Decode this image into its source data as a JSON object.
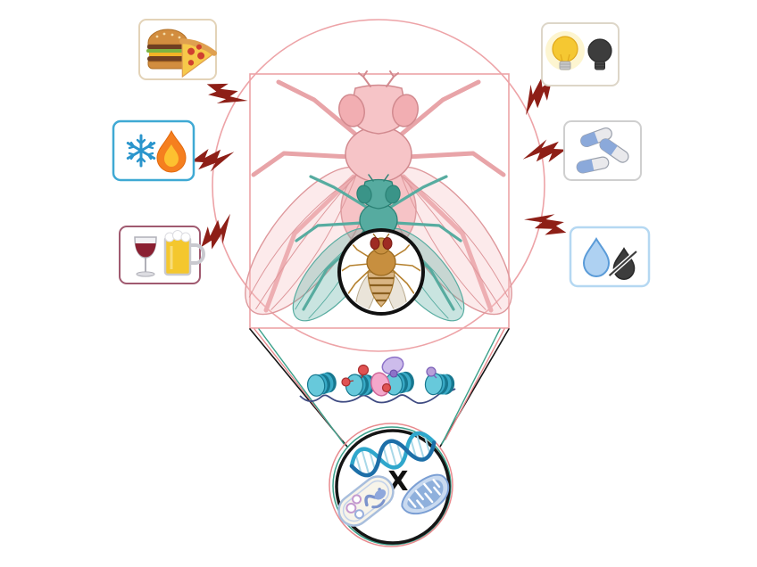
{
  "figure": {
    "description": "Vitruvian Drosophila diagram: environmental stressors striking a fly, magnified to chromatin and organelles",
    "center_label": "X"
  },
  "stressors": {
    "top_left": {
      "name": "diet",
      "icons": [
        "hamburger-icon",
        "pizza-slice-icon"
      ]
    },
    "middle_left": {
      "name": "temperature",
      "icons": [
        "snowflake-icon",
        "flame-icon"
      ]
    },
    "bottom_left": {
      "name": "alcohol",
      "icons": [
        "wine-glass-icon",
        "beer-mug-icon"
      ]
    },
    "top_right": {
      "name": "light",
      "icons": [
        "lightbulb-on-icon",
        "lightbulb-off-icon"
      ]
    },
    "middle_right": {
      "name": "drugs",
      "icons": [
        "capsule-icon",
        "capsule-icon",
        "capsule-icon"
      ]
    },
    "bottom_right": {
      "name": "hydration",
      "icons": [
        "water-drop-icon",
        "water-drop-crossed-icon"
      ]
    }
  },
  "central_illustration": {
    "outer_fly": "pink-vitruvian-fly",
    "middle_fly": "teal-fly",
    "inner_fly": "drosophila-melanogaster",
    "magnified_row": "chromatin-nucleosomes-with-histone-modifications",
    "bottom_circle": [
      "dna-double-helix",
      "bacterium",
      "mitochondrion"
    ]
  },
  "colors": {
    "frame_pink": "#eda3a7",
    "fly_pink": "#f6c4c7",
    "fly_pink_outline": "#d28a8f",
    "fly_teal": "#56aba0",
    "fly_teal_outline": "#2b8175",
    "drosophila_brown": "#c78f3f",
    "drosophila_eye_red": "#9e2b23",
    "lightning_maroon": "#8e1f17",
    "nucleosome_teal": "#39aac6",
    "nucleosome_dark": "#17778f",
    "dna_string_blue": "#3f4b82",
    "helix_cyan": "#2fa7cc",
    "helix_blue": "#1d6fa8",
    "modification_red": "#e05252",
    "protein_pink": "#f5a8cb",
    "protein_purple": "#cdbceb",
    "mitochondrion_blue": "#8fb0dc",
    "funnel_teal": "#3aa08a",
    "box_border_food": "#e3d3b8",
    "box_border_temp": "#3fa9d4",
    "box_border_alcohol": "#a05a70",
    "box_border_light": "#ddd6c8",
    "box_border_drugs": "#cfcfcf",
    "box_border_water": "#b5d8f2"
  }
}
